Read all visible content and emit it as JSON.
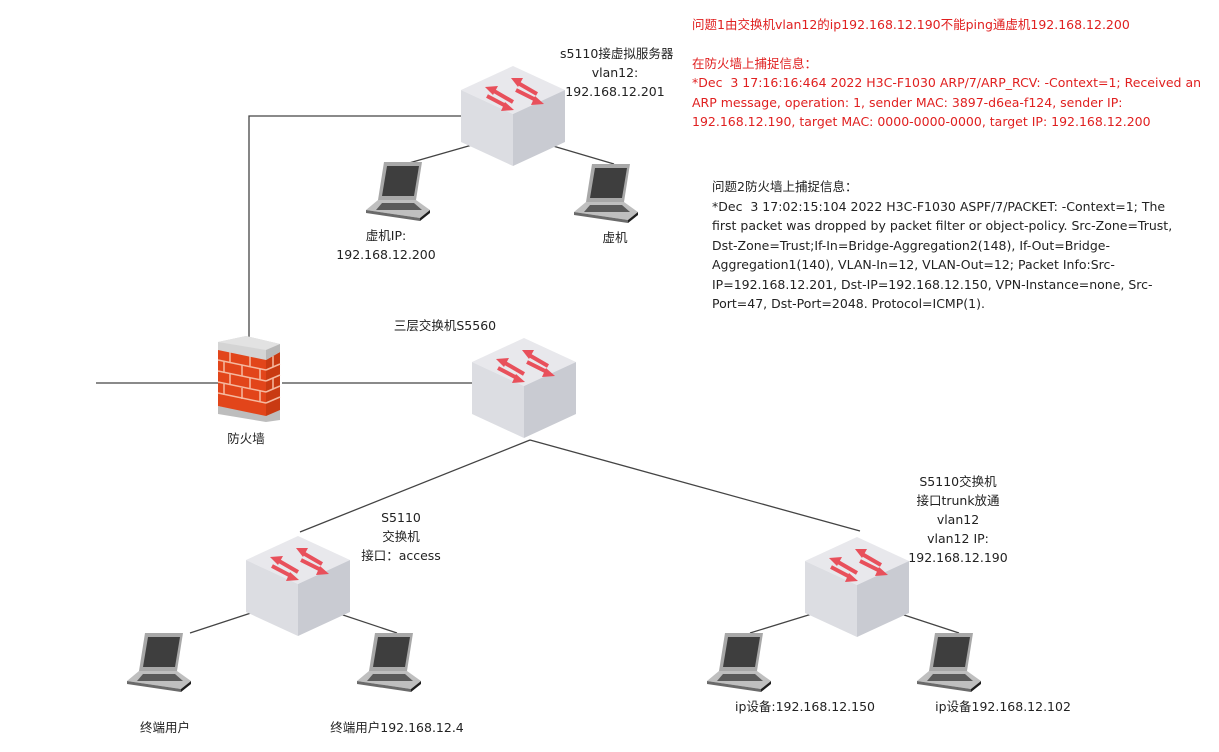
{
  "diagram": {
    "title": "network-topology",
    "colors": {
      "link": "#444444",
      "switch_top": "#e8e8ec",
      "switch_left": "#dcdde2",
      "switch_right": "#c9cbd2",
      "switch_arrow": "#e8505b",
      "firewall_brick": "#e2451a",
      "firewall_mortar": "#f5b9a0",
      "firewall_cap": "#c8c8c8",
      "note_red": "#e02020",
      "note_dark": "#222222"
    },
    "nodes": {
      "sw_server": {
        "type": "switch",
        "label": [
          "s5110接虚拟服务器",
          "vlan12:",
          "192.168.12.201"
        ]
      },
      "vm1": {
        "type": "laptop",
        "label": [
          "虚机IP:",
          "192.168.12.200"
        ]
      },
      "vm2": {
        "type": "laptop",
        "label": [
          "虚机"
        ]
      },
      "firewall": {
        "type": "firewall",
        "label": [
          "防火墙"
        ]
      },
      "core": {
        "type": "switch",
        "label": [
          "三层交换机S5560"
        ]
      },
      "sw_access": {
        "type": "switch",
        "label": [
          "S5110",
          "交换机",
          "接口：access"
        ]
      },
      "sw_trunk": {
        "type": "switch",
        "label": [
          "S5110交换机",
          "接口trunk放通",
          "vlan12",
          "vlan12 IP:",
          "192.168.12.190"
        ]
      },
      "user1": {
        "type": "laptop",
        "label": [
          "终端用户"
        ]
      },
      "user2": {
        "type": "laptop",
        "label": [
          "终端用户192.168.12.4"
        ]
      },
      "ipdev1": {
        "type": "laptop",
        "label": [
          "ip设备:192.168.12.150"
        ]
      },
      "ipdev2": {
        "type": "laptop",
        "label": [
          "ip设备192.168.12.102"
        ]
      }
    },
    "links": [
      [
        "firewall",
        "sw_server"
      ],
      [
        "firewall",
        "core"
      ],
      [
        "firewall",
        "external"
      ],
      [
        "sw_server",
        "vm1"
      ],
      [
        "sw_server",
        "vm2"
      ],
      [
        "core",
        "sw_access"
      ],
      [
        "core",
        "sw_trunk"
      ],
      [
        "sw_access",
        "user1"
      ],
      [
        "sw_access",
        "user2"
      ],
      [
        "sw_trunk",
        "ipdev1"
      ],
      [
        "sw_trunk",
        "ipdev2"
      ]
    ]
  },
  "notes": {
    "problem1": {
      "title": "问题1由交换机vlan12的ip192.168.12.190不能ping通虚机192.168.12.200",
      "subtitle": "在防火墙上捕捉信息：",
      "lines": [
        "*Dec  3 17:16:16:464 2022 H3C-F1030 ARP/7/ARP_RCV: -Context=1; Received an",
        "ARP message, operation: 1, sender MAC: 3897-d6ea-f124, sender IP:",
        "192.168.12.190, target MAC: 0000-0000-0000, target IP: 192.168.12.200"
      ]
    },
    "problem2": {
      "title": "问题2防火墙上捕捉信息：",
      "lines": [
        "*Dec  3 17:02:15:104 2022 H3C-F1030 ASPF/7/PACKET: -Context=1; The",
        "first packet was dropped by packet filter or object-policy. Src-Zone=Trust,",
        "Dst-Zone=Trust;If-In=Bridge-Aggregation2(148), If-Out=Bridge-",
        "Aggregation1(140), VLAN-In=12, VLAN-Out=12; Packet Info:Src-",
        "IP=192.168.12.201, Dst-IP=192.168.12.150, VPN-Instance=none, Src-",
        "Port=47, Dst-Port=2048. Protocol=ICMP(1)."
      ]
    }
  }
}
